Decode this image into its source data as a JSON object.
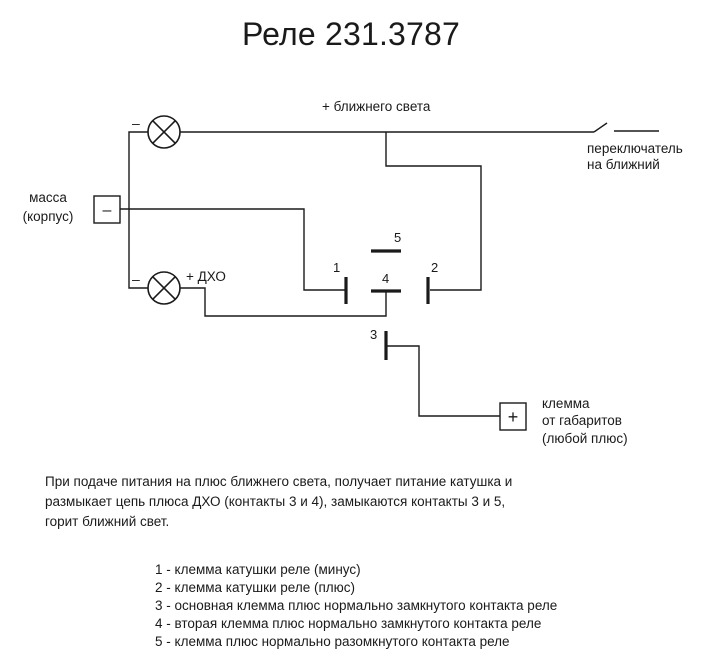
{
  "title": "Реле 231.3787",
  "labels": {
    "low_beam_plus": "+ ближнего света",
    "switch_line1": "переключатель",
    "switch_line2": "на ближний",
    "ground_line1": "масса",
    "ground_line2": "(корпус)",
    "drl_plus": "+ ДХО",
    "minus_top": "–",
    "minus_bottom": "–",
    "ground_terminal_sign": "–",
    "plus_terminal_sign": "+",
    "terminal_line1": "клемма",
    "terminal_line2": "от габаритов",
    "terminal_line3": "(любой плюс)",
    "pin1": "1",
    "pin2": "2",
    "pin3": "3",
    "pin4": "4",
    "pin5": "5"
  },
  "description": [
    "При подаче питания на плюс ближнего света, получает питание катушка и",
    "размыкает цепь плюса ДХО (контакты 3 и 4), замыкаются контакты 3 и 5,",
    "горит ближний свет."
  ],
  "legend": [
    "1 - клемма катушки реле (минус)",
    "2 - клемма катушки реле (плюс)",
    "3 - основная клемма плюс нормально замкнутого контакта реле",
    "4 - вторая клемма плюс нормально замкнутого контакта реле",
    "5 - клемма плюс нормально разомкнутого контакта реле"
  ]
}
